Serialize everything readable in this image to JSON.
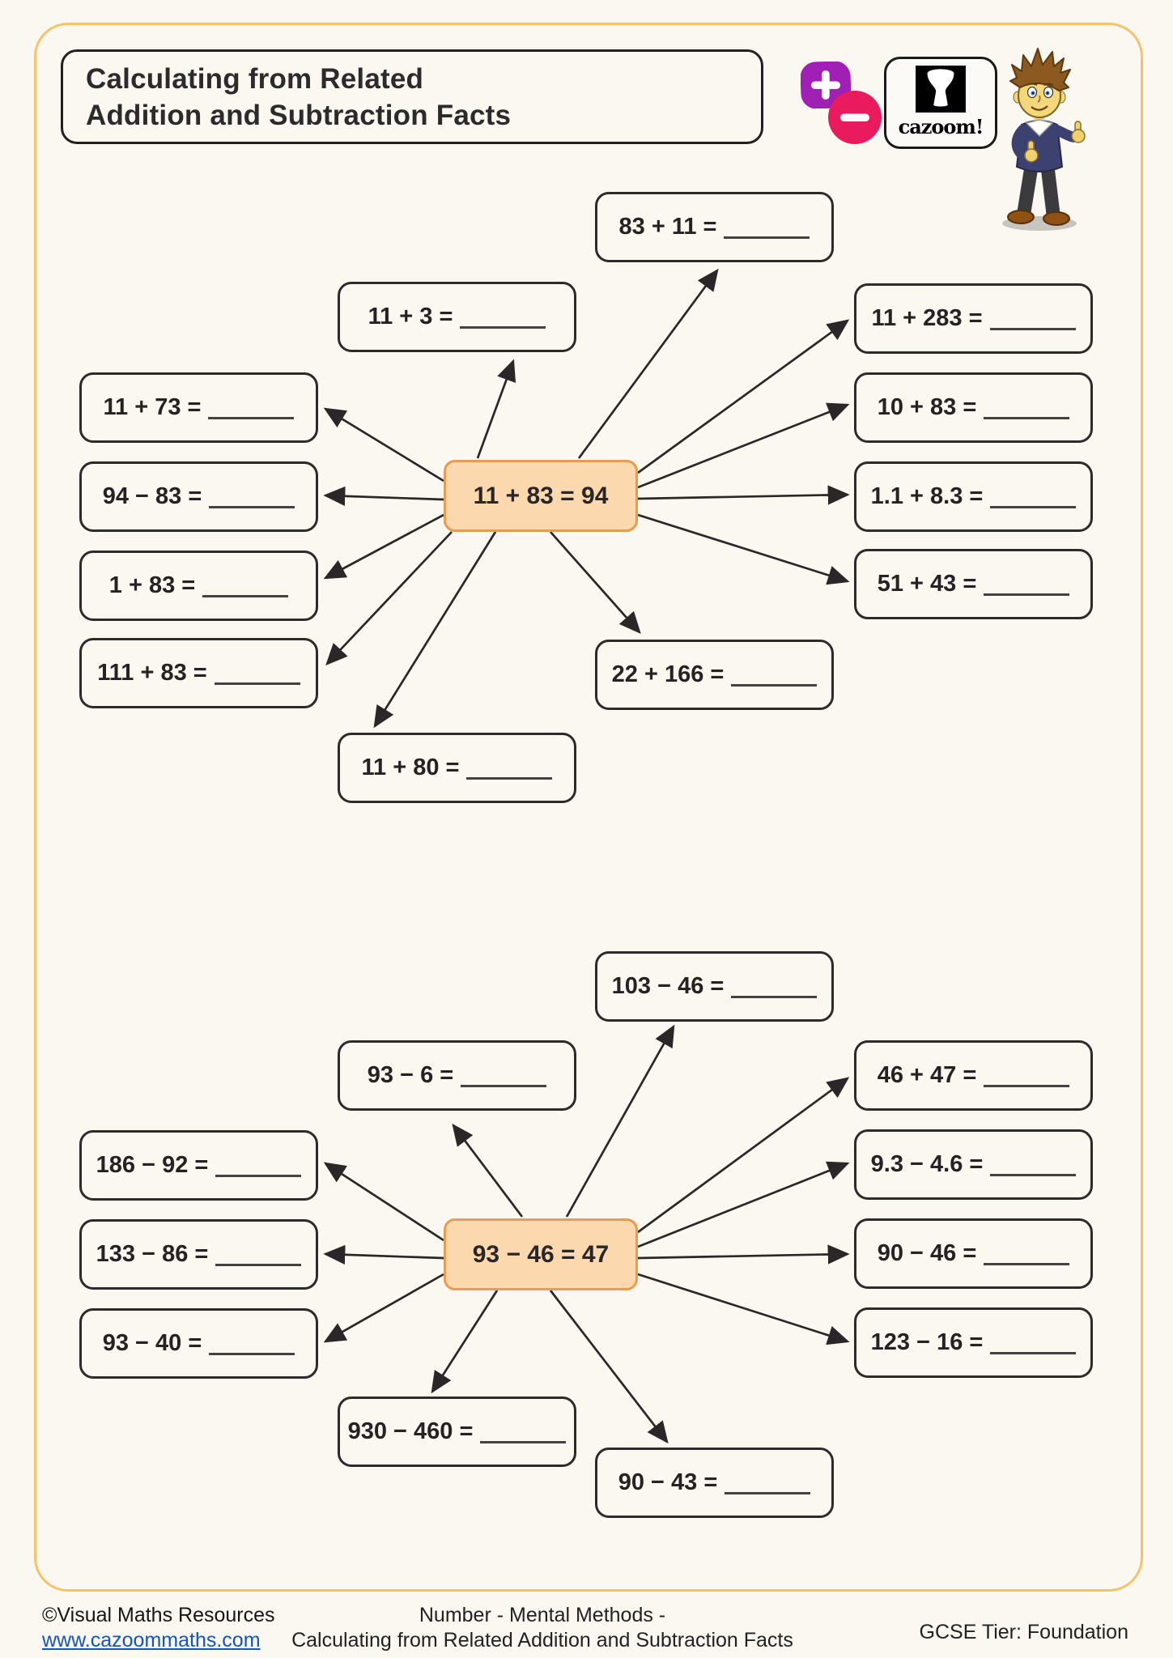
{
  "header": {
    "title_line1": "Calculating from Related",
    "title_line2": "Addition and Subtraction Facts",
    "logo_text": "cazoom!",
    "icons": {
      "plus_badge": "+",
      "minus_badge": "−",
      "logo_glyph": "goblet-drum"
    },
    "colors": {
      "page_border_accent": "#F5C36A",
      "plus_badge": "#A01FB5",
      "minus_badge": "#EA1A5F",
      "center_box_fill": "#FBD8AE",
      "center_box_border": "#E99C4D"
    }
  },
  "diagram1": {
    "center_fact": "11 + 83 = 94",
    "boxes": [
      {
        "label": "83 + 11 ="
      },
      {
        "label": "11 + 3 ="
      },
      {
        "label": "11 + 73 ="
      },
      {
        "label": "94 − 83 ="
      },
      {
        "label": "1 + 83 ="
      },
      {
        "label": "111 + 83 ="
      },
      {
        "label": "11 + 283 ="
      },
      {
        "label": "10 + 83 ="
      },
      {
        "label": "1.1 + 8.3 ="
      },
      {
        "label": "51 + 43 ="
      },
      {
        "label": "22 + 166 ="
      },
      {
        "label": "11 + 80 ="
      }
    ]
  },
  "diagram2": {
    "center_fact": "93 − 46 = 47",
    "boxes": [
      {
        "label": "103 − 46 ="
      },
      {
        "label": "93 − 6 ="
      },
      {
        "label": "186 − 92 ="
      },
      {
        "label": "133 − 86 ="
      },
      {
        "label": "93 − 40 ="
      },
      {
        "label": "46 + 47 ="
      },
      {
        "label": "9.3 − 4.6 ="
      },
      {
        "label": "90 − 46 ="
      },
      {
        "label": "123 − 16 ="
      },
      {
        "label": "930 − 460 ="
      },
      {
        "label": "90 − 43 ="
      }
    ]
  },
  "footer": {
    "copyright": "©Visual Maths Resources",
    "website": "www.cazoommaths.com",
    "topic_line1": "Number - Mental Methods -",
    "topic_line2": "Calculating from Related Addition and Subtraction Facts",
    "tier": "GCSE Tier: Foundation"
  }
}
